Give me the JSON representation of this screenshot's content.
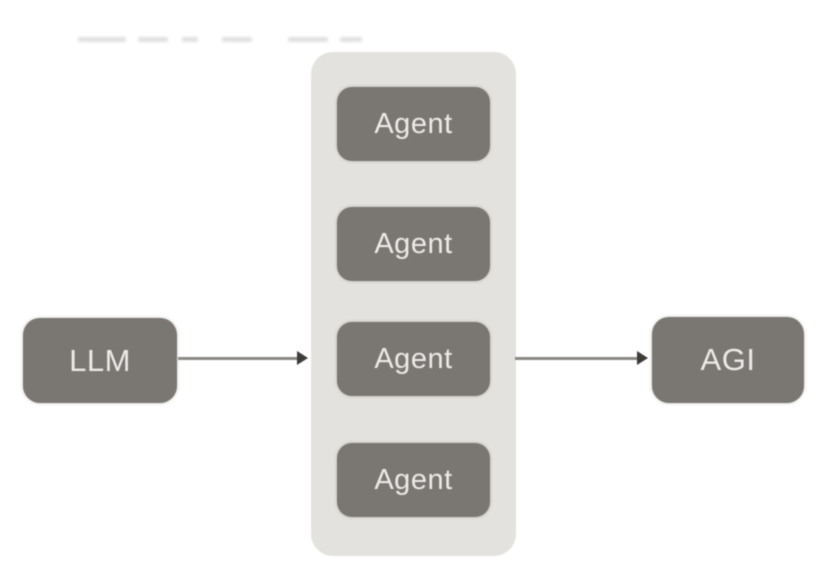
{
  "diagram": {
    "type": "flow",
    "nodes": {
      "llm": {
        "label": "LLM"
      },
      "agent_pool": {
        "agents": [
          {
            "label": "Agent"
          },
          {
            "label": "Agent"
          },
          {
            "label": "Agent"
          },
          {
            "label": "Agent"
          }
        ]
      },
      "agi": {
        "label": "AGI"
      }
    },
    "connections": [
      {
        "from": "LLM",
        "to": "Agent pool"
      },
      {
        "from": "Agent pool",
        "to": "AGI"
      }
    ],
    "colors": {
      "background": "#ffffff",
      "node_fill": "#7a7773",
      "node_text": "#eceae7",
      "pool_fill": "#e4e2de",
      "arrow_line": "#8b8885",
      "arrow_head": "#3e3c39"
    }
  }
}
